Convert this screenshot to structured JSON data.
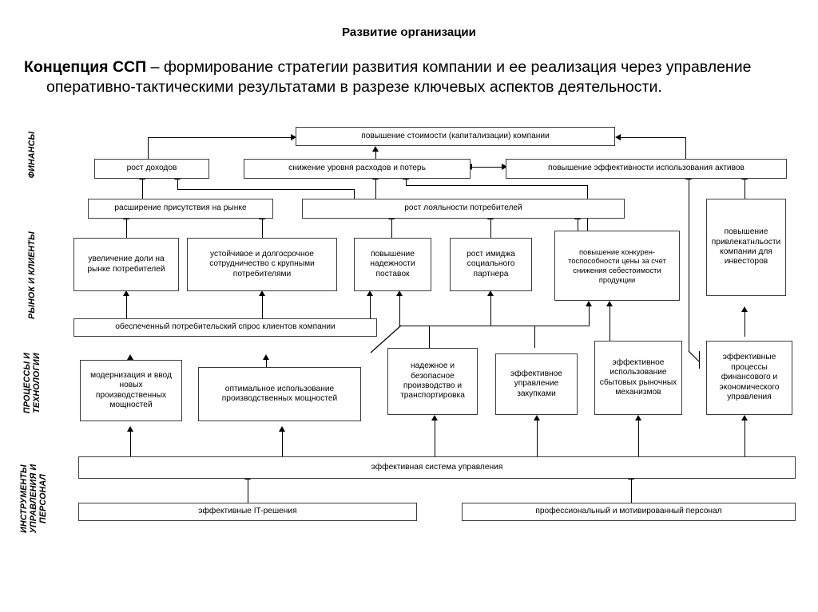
{
  "slide": {
    "title": "Развитие организации",
    "lead_bold": "Концепция ССП",
    "lead_rest": " – формирование стратегии развития компании и ее реализация через управление оперативно-тактическими результатами в разрезе ключевых аспектов деятельности."
  },
  "perspectives": [
    {
      "id": "finance",
      "label": "ФИНАНСЫ"
    },
    {
      "id": "market",
      "label": "РЫНОК И КЛИЕНТЫ"
    },
    {
      "id": "processes",
      "label": "ПРОЦЕССЫ И\nТЕХНОЛОГИИ"
    },
    {
      "id": "tools",
      "label": "ИНСТРУМЕНТЫ\nУПРАВЛЕНИЯ И\nПЕРСОНАЛ"
    }
  ],
  "nodes": {
    "capitalization": "повышение стоимости (капитализации) компании",
    "income_growth": "рост доходов",
    "cost_reduction": "снижение уровня расходов и потерь",
    "asset_efficiency": "повышение эффективности использования активов",
    "market_presence": "расширение присутствия на рынке",
    "customer_loyalty": "рост лояльности потребителей",
    "investor_attract": "повышение привлекатнльости компании для инвесторов",
    "market_share": "увеличение доли на рынке потребителей",
    "long_term_coop": "устойчивое и долгосрочное сотрудничество с крупными потребителями",
    "supply_reliability": "повышение надежности поставок",
    "social_image": "рост имиджа социального партнера",
    "price_competitive": "повышение конкурен-тоспособности цены за счет снижения себестоимости продукции",
    "consumer_demand": "обеспеченный потребительский спрос клиентов компании",
    "modernization": "модернизация и ввод новых производственных мощностей",
    "optimal_capacity": "оптимальное использование производственных мощностей",
    "safe_production": "надежное и безопасное производство и транспортировка",
    "procurement": "эффективное управление закупками",
    "sales_mechanisms": "эффективное использование сбытовых рыночных механизмов",
    "fin_econ_mgmt": "эффективные процессы финансового и экономического управления",
    "mgmt_system": "эффективная система управления",
    "it_solutions": "эффективные IT-решения",
    "personnel": "профессиональный и мотивированный персонал"
  },
  "colors": {
    "box_border": "#3c3c3c",
    "line": "#000000",
    "background": "#ffffff",
    "text": "#000000"
  }
}
